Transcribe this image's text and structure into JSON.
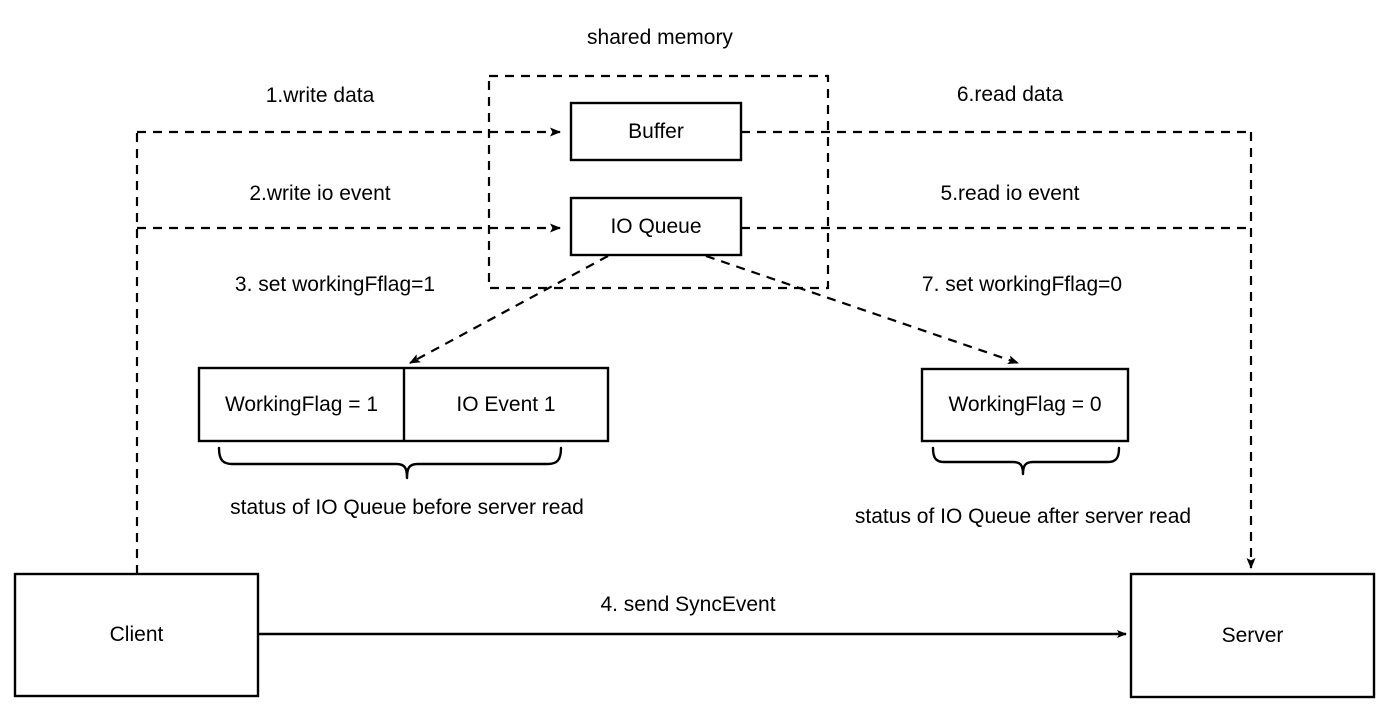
{
  "diagram": {
    "title": "shared memory",
    "boxes": {
      "buffer": "Buffer",
      "io_queue": "IO Queue",
      "working_flag_before": "WorkingFlag = 1",
      "io_event": "IO Event 1",
      "working_flag_after": "WorkingFlag = 0",
      "client": "Client",
      "server": "Server"
    },
    "steps": {
      "step1": "1.write data",
      "step2": "2.write io event",
      "step3": "3. set workingFflag=1",
      "step4": "4. send SyncEvent",
      "step5": "5.read io event",
      "step6": "6.read data",
      "step7": "7. set workingFflag=0"
    },
    "captions": {
      "before": "status of IO Queue before server read",
      "after": "status of IO Queue after server read"
    },
    "colors": {
      "stroke": "#000000",
      "fill": "#ffffff",
      "text": "#000000"
    }
  }
}
